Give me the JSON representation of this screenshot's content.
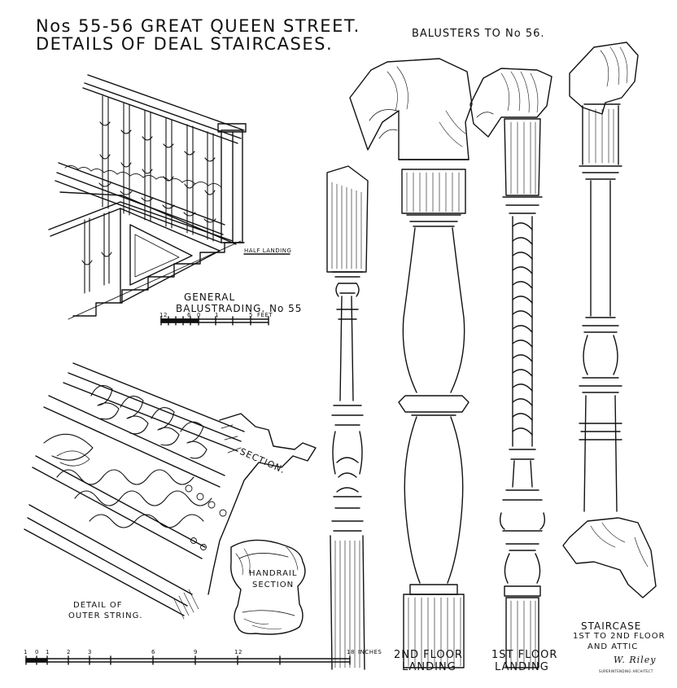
{
  "title": {
    "line1": "Nos 55-56 GREAT QUEEN STREET.",
    "line2": "DETAILS OF DEAL STAIRCASES."
  },
  "balusters_heading": "BALUSTERS TO No 56.",
  "labels": {
    "half_landing": "HALF LANDING",
    "general_line1": "GENERAL",
    "general_line2": "BALUSTRADING. No 55",
    "section": "SECTION.",
    "handrail_line1": "HANDRAIL",
    "handrail_line2": "SECTION",
    "outer_line1": "DETAIL OF",
    "outer_line2": "OUTER STRING.",
    "second_floor_line1": "2ND FLOOR",
    "second_floor_line2": "LANDING",
    "first_floor_line1": "1ST FLOOR",
    "first_floor_line2": "LANDING",
    "staircase_line1": "STAIRCASE",
    "staircase_line2": "1ST TO 2ND FLOOR",
    "staircase_line3": "AND ATTIC",
    "signature": "W. Riley",
    "signature_sub": "SUPERINTENDING ARCHITECT"
  },
  "scales": {
    "feet_unit": "FEET",
    "feet_ticks": [
      "12",
      "6",
      "0",
      "1",
      "5"
    ],
    "inches_unit": "INCHES",
    "inches_ticks": [
      "1",
      "0",
      "1",
      "2",
      "3",
      "6",
      "9",
      "12",
      "18"
    ]
  }
}
